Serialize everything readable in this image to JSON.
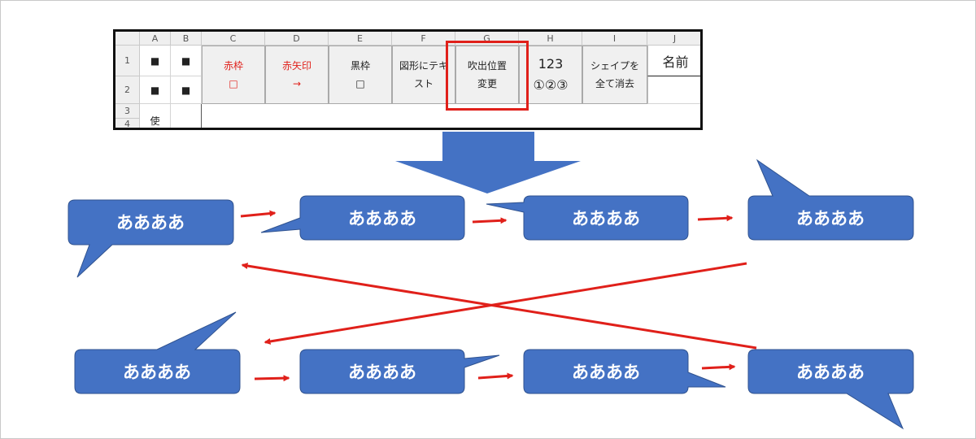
{
  "sheet": {
    "columns": [
      "A",
      "B",
      "C",
      "D",
      "E",
      "F",
      "G",
      "H",
      "I",
      "J"
    ],
    "rows": [
      "1",
      "2",
      "3",
      "4"
    ],
    "a1": "■",
    "a2": "■",
    "b1": "■",
    "b2": "■",
    "a3": "使",
    "buttons": {
      "red_frame": {
        "line1": "赤枠",
        "line2": "□"
      },
      "red_arrow": {
        "line1": "赤矢印",
        "line2": "→"
      },
      "black_frame": {
        "line1": "黒枠",
        "line2": "□"
      },
      "shape_text": {
        "line1": "図形にテキ",
        "line2": "スト"
      },
      "balloon_position": {
        "line1": "吹出位置",
        "line2": "変更"
      },
      "numbers": {
        "line1": "123",
        "line2": "①②③"
      },
      "erase_shapes": {
        "line1": "シェイプを",
        "line2": "全て消去"
      }
    },
    "j1": "名前"
  },
  "balloons": {
    "text": "ああああ"
  },
  "colors": {
    "balloon_fill": "#4472c4",
    "balloon_stroke": "#2f528f",
    "arrow": "#e0201a",
    "highlight": "#e0201a"
  }
}
